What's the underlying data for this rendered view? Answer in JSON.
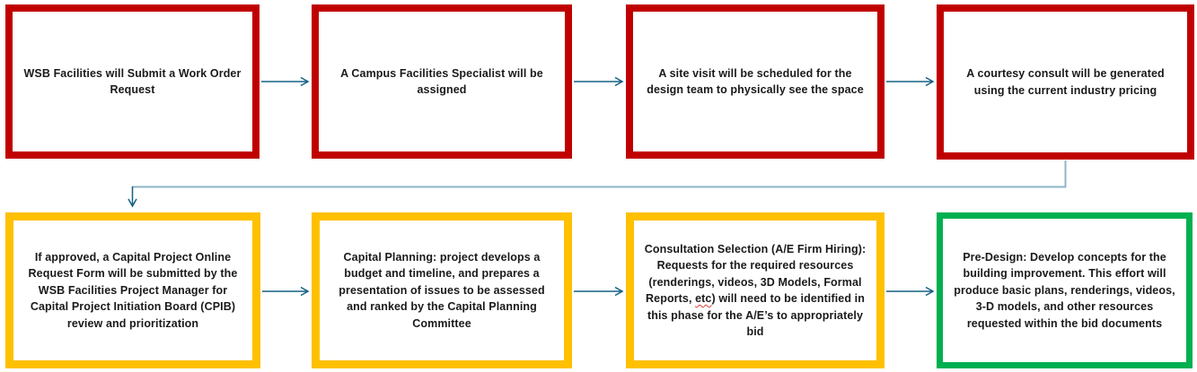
{
  "diagram": {
    "description": "Facilities capital project process flowchart",
    "boxes": [
      {
        "step": 1,
        "row": "top",
        "border_color": "#C00000",
        "text": "WSB Facilities will Submit a Work Order Request"
      },
      {
        "step": 2,
        "row": "top",
        "border_color": "#C00000",
        "text": "A Campus Facilities Specialist will be assigned"
      },
      {
        "step": 3,
        "row": "top",
        "border_color": "#C00000",
        "text": "A site visit will be scheduled for the design team to physically see the space"
      },
      {
        "step": 4,
        "row": "top",
        "border_color": "#C00000",
        "text": "A courtesy consult will be generated using the current industry pricing"
      },
      {
        "step": 5,
        "row": "bottom",
        "border_color": "#FFC000",
        "text": "If approved, a Capital Project Online Request Form will be submitted by the WSB Facilities Project Manager for Capital Project Initiation Board (CPIB) review and  prioritization"
      },
      {
        "step": 6,
        "row": "bottom",
        "border_color": "#FFC000",
        "text": "Capital Planning: project develops a budget and timeline, and prepares a presentation of issues to be assessed and ranked by the Capital Planning Committee"
      },
      {
        "step": 7,
        "row": "bottom",
        "border_color": "#FFC000",
        "text_before": "Consultation Selection (A/E Firm Hiring): Requests for the required resources (renderings, videos, 3D Models, Formal Reports, ",
        "flagged_word": "etc",
        "text_after": ") will need to be identified in this phase for the A/E’s to appropriately bid"
      },
      {
        "step": 8,
        "row": "bottom",
        "border_color": "#00B050",
        "text": "Pre-Design: Develop concepts for the building improvement. This effort will produce basic plans, renderings, videos, 3-D models, and other resources requested within the bid documents"
      }
    ],
    "connectors": [
      {
        "from": 1,
        "to": 2
      },
      {
        "from": 2,
        "to": 3
      },
      {
        "from": 3,
        "to": 4
      },
      {
        "from": 4,
        "to": 5,
        "type": "elbow"
      },
      {
        "from": 5,
        "to": 6
      },
      {
        "from": 6,
        "to": 7
      },
      {
        "from": 7,
        "to": 8
      }
    ]
  },
  "colors": {
    "red_border": "#C00000",
    "gold_border": "#FFC000",
    "green_border": "#00B050",
    "arrow": "#156082",
    "arrow_light": "#8FB4C7",
    "flag_underline": "#E03C31",
    "text": "#1A1A1A",
    "background": "#FFFFFF"
  }
}
